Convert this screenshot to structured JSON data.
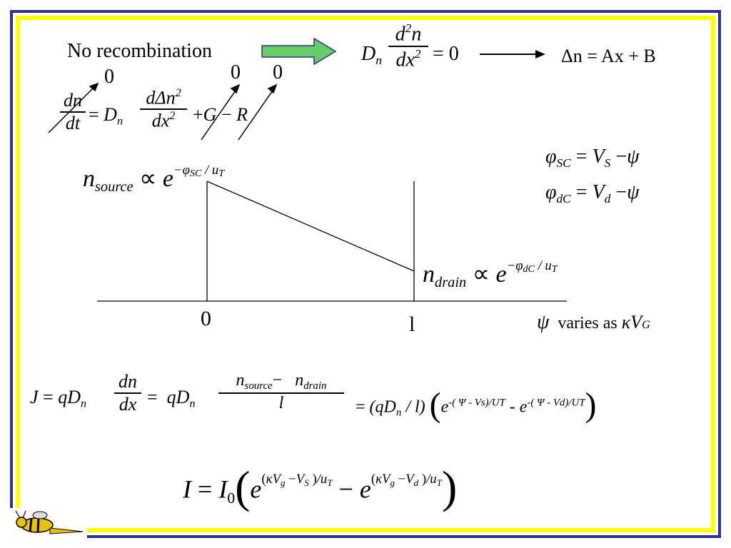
{
  "slide": {
    "no_recombination": "No recombination",
    "delta_n_result": "Δn = Ax + B",
    "zero_labels": [
      "0",
      "0",
      "0"
    ],
    "axis_origin": "0",
    "axis_l": "l",
    "varies_text": "varies as",
    "colors": {
      "frame_blue": "#2e3192",
      "frame_yellow": "#ffff00",
      "arrow_green": "#66cc66"
    }
  }
}
